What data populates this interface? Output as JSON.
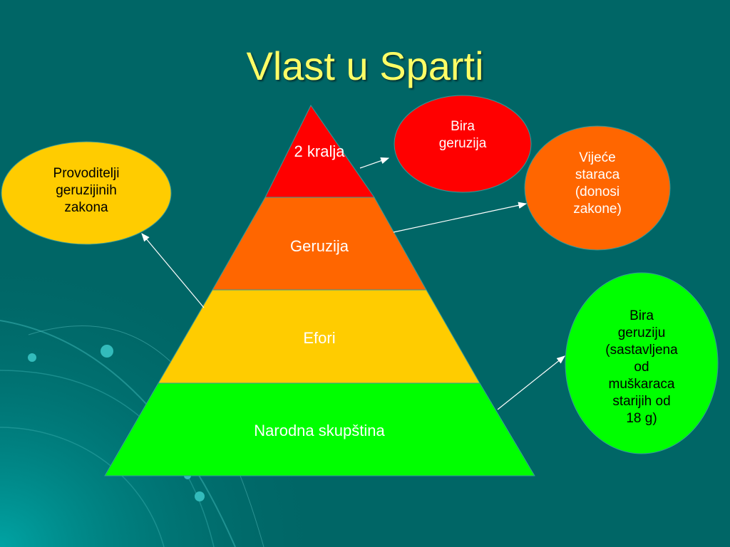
{
  "title": "Vlast u Sparti",
  "pyramid": [
    {
      "label": "2 kralja",
      "color": "#ff0000"
    },
    {
      "label": "Geruzija",
      "color": "#ff6600"
    },
    {
      "label": "Efori",
      "color": "#ffcc00"
    },
    {
      "label": "Narodna skupština",
      "color": "#00ff00"
    }
  ],
  "bubbles": {
    "bira_geruzija": {
      "lines": [
        "Bira",
        "geruzija"
      ],
      "color": "#ff0000"
    },
    "vijece": {
      "lines": [
        "Vijeće",
        "staraca",
        "(donosi",
        "zakone)"
      ],
      "color": "#ff6600"
    },
    "provoditelji": {
      "lines": [
        "Provoditelji",
        "geruzijinih",
        "zakona"
      ],
      "color": "#ffcc00"
    },
    "bira_geruziju": {
      "lines": [
        "Bira",
        "geruziju",
        "(sastavljena",
        "od",
        "muškaraca",
        "starijih od",
        "18 g)"
      ],
      "color": "#00ff00"
    }
  },
  "colors": {
    "background": "#006666",
    "title": "#ffff66",
    "arrow": "#ffffff"
  }
}
